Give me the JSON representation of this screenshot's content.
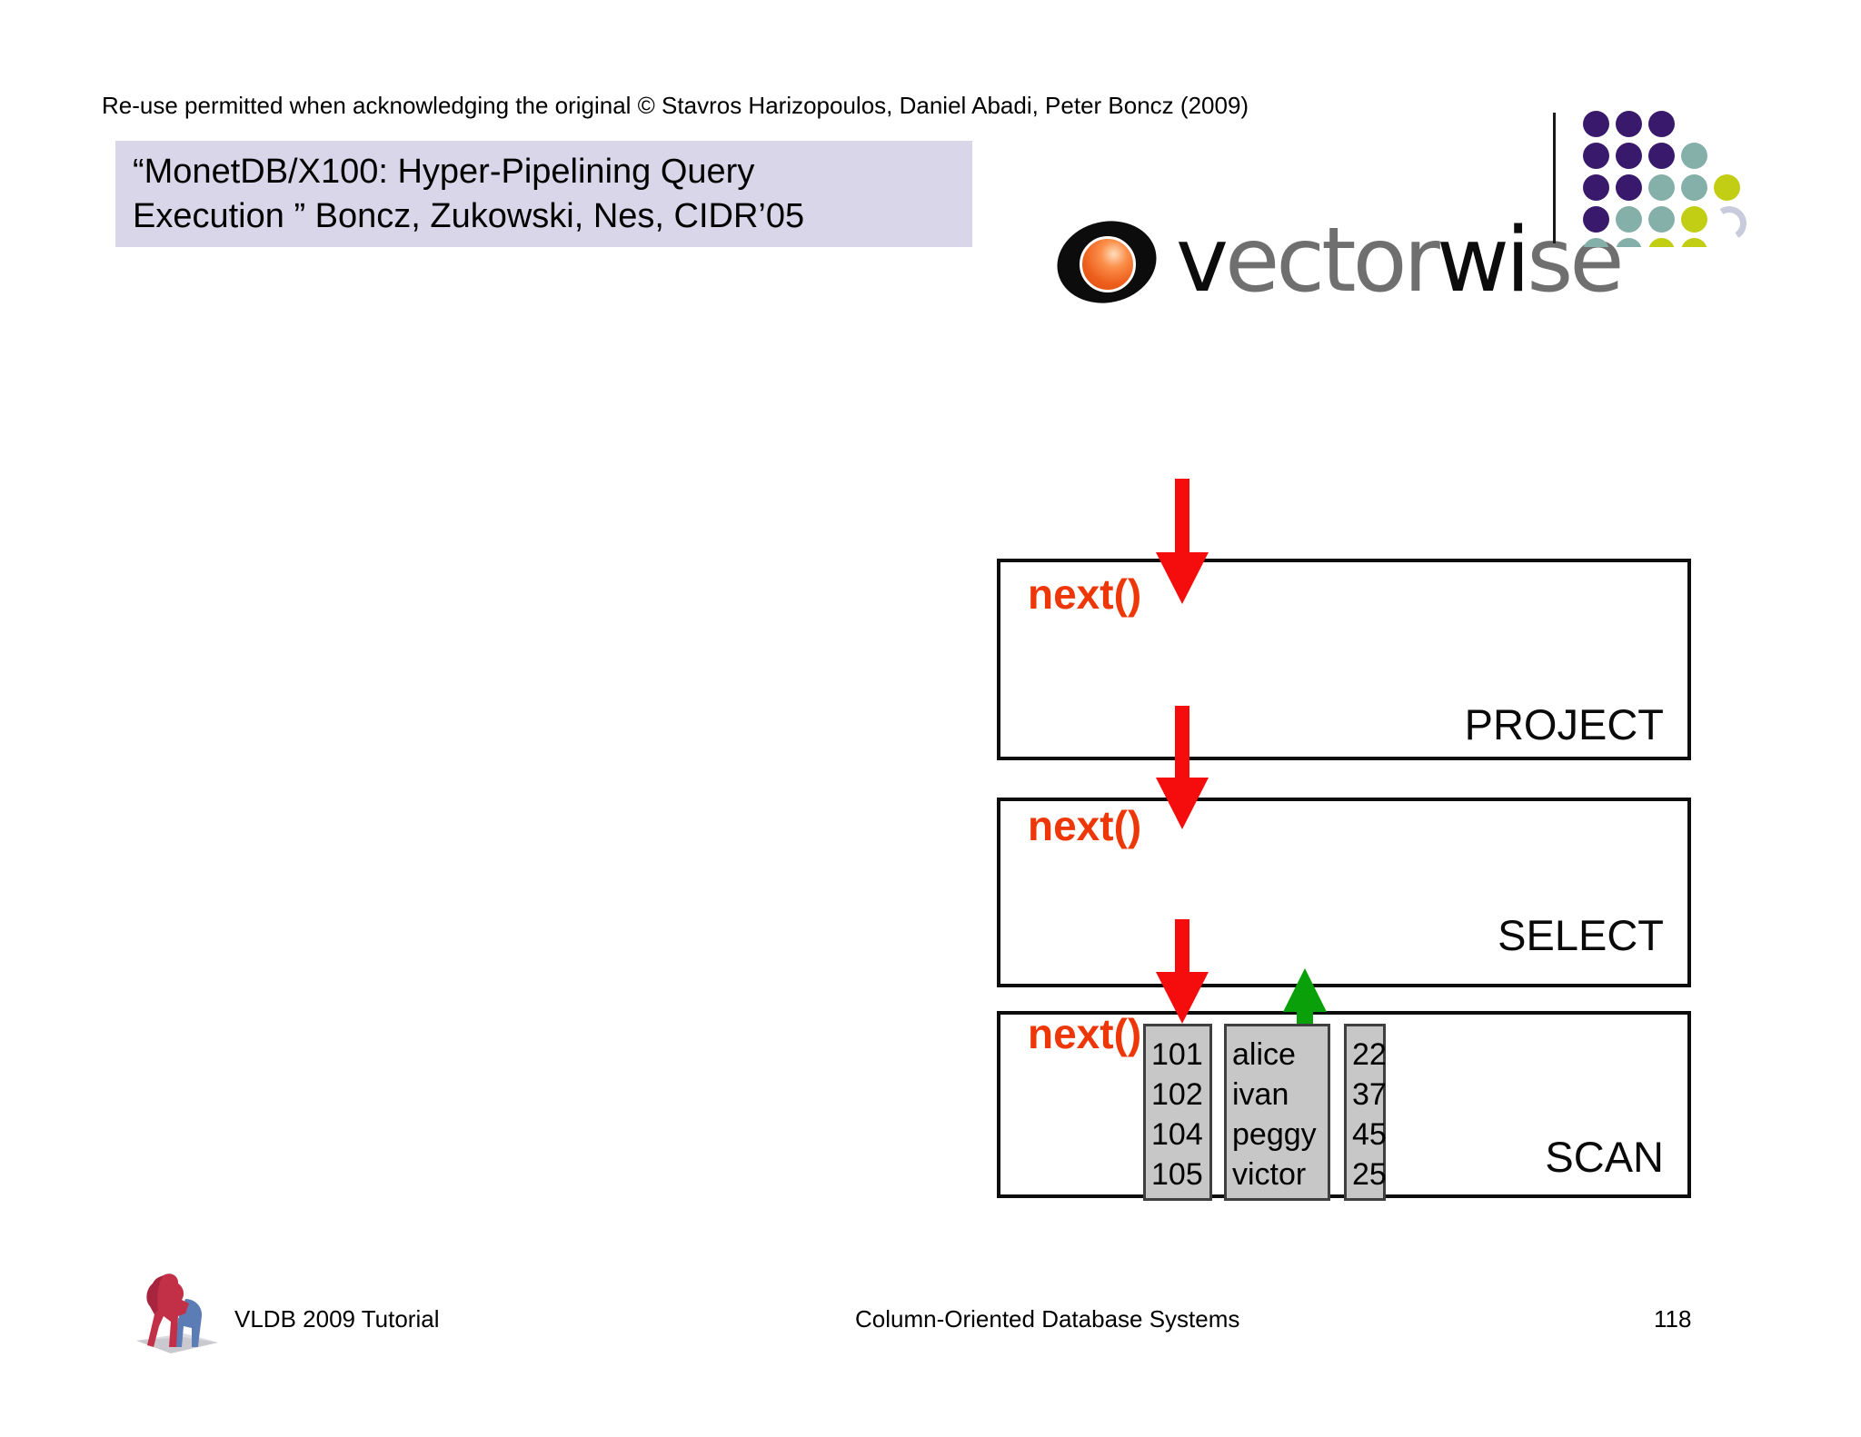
{
  "header": {
    "notice": "Re-use permitted when acknowledging the original © Stavros Harizopoulos, Daniel Abadi, Peter Boncz (2009)"
  },
  "title": {
    "line1": "“MonetDB/X100: Hyper-Pipelining Query",
    "line2": "Execution ” Boncz, Zukowski, Nes, CIDR’05",
    "bg_color": "#d9d6e9"
  },
  "logo": {
    "brand": {
      "s1": "v",
      "s2": "ector",
      "s3": "wi",
      "s4": "se"
    },
    "brand_gray": "#6f6f6f",
    "brand_black": "#0c0c0c",
    "ball_orange": "#ee5f1d",
    "dots": {
      "colors": {
        "purple": "#38196b",
        "teal": "#84b0a9",
        "yellow": "#c2ce14"
      },
      "rows": [
        [
          "purple",
          "purple",
          "purple"
        ],
        [
          "purple",
          "purple",
          "purple",
          "teal"
        ],
        [
          "purple",
          "purple",
          "teal",
          "teal",
          "yellow"
        ],
        [
          "purple",
          "teal",
          "teal",
          "yellow"
        ],
        [
          "teal",
          "teal",
          "yellow",
          "yellow"
        ]
      ],
      "arc_color": "#c8cbdc"
    }
  },
  "pipeline": {
    "operators": [
      {
        "label": "PROJECT",
        "next_label": "next()"
      },
      {
        "label": "SELECT",
        "next_label": "next()"
      },
      {
        "label": "SCAN",
        "next_label": "next()"
      }
    ],
    "arrow_red": "#f50d0d",
    "arrow_green": "#0aa00a",
    "next_color": "#ee3708",
    "scan_data": {
      "ids": [
        "101",
        "102",
        "104",
        "105"
      ],
      "names": [
        "alice",
        "ivan",
        "peggy",
        "victor"
      ],
      "ages": [
        "22",
        "37",
        "45",
        "25"
      ]
    }
  },
  "footer": {
    "left": "VLDB 2009 Tutorial",
    "center": "Column-Oriented Database Systems",
    "page": "118"
  }
}
